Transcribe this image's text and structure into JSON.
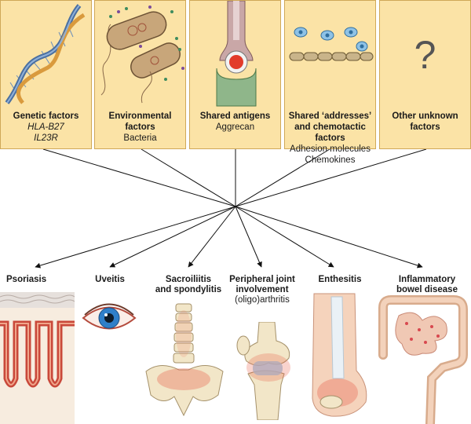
{
  "factors": {
    "genetic": {
      "title": "Genetic factors",
      "items": [
        "HLA-B27",
        "IL23R"
      ]
    },
    "environmental": {
      "title_lines": [
        "Environmental",
        "factors"
      ],
      "items": [
        "Bacteria"
      ]
    },
    "antigens": {
      "title": "Shared antigens",
      "items": [
        "Aggrecan"
      ]
    },
    "addresses": {
      "title_lines": [
        "Shared ‘addresses’",
        "and chemotactic",
        "factors"
      ],
      "items": [
        "Adhesion molecules",
        "Chemokines"
      ]
    },
    "unknown": {
      "title_lines": [
        "Other unknown",
        "factors"
      ],
      "symbol": "?"
    }
  },
  "diseases": {
    "psoriasis": {
      "title_lines": [
        "Psoriasis"
      ]
    },
    "uveitis": {
      "title_lines": [
        "Uveitis"
      ]
    },
    "sacroiliitis": {
      "title_lines": [
        "Sacroiliitis",
        "and spondylitis"
      ]
    },
    "peripheral": {
      "title_lines": [
        "Peripheral joint",
        "involvement"
      ],
      "sub": "(oligo)arthritis"
    },
    "enthesitis": {
      "title_lines": [
        "Enthesitis"
      ]
    },
    "ibd": {
      "title_lines": [
        "Inflammatory",
        "bowel disease"
      ]
    }
  },
  "colors": {
    "box_fill": "#fbe3a6",
    "box_border": "#cfa858",
    "inflammation": "#e8624c",
    "bone": "#f2e6c8",
    "skin": "#f5d3bc",
    "eye_iris": "#2f7fc9"
  }
}
